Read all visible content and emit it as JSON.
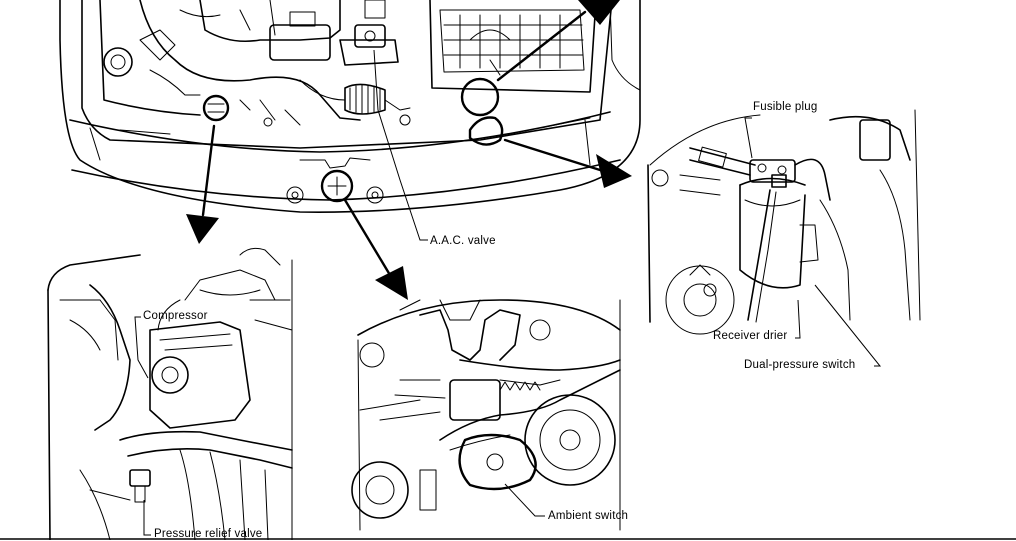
{
  "labels": {
    "fusible_plug": "Fusible plug",
    "aac_valve": "A.A.C. valve",
    "compressor": "Compressor",
    "receiver_drier": "Receiver drier",
    "dual_pressure_switch": "Dual-pressure switch",
    "ambient_switch": "Ambient switch",
    "pressure_relief_valve": "Pressure relief valve"
  },
  "colors": {
    "ink": "#000000",
    "background": "#ffffff"
  }
}
